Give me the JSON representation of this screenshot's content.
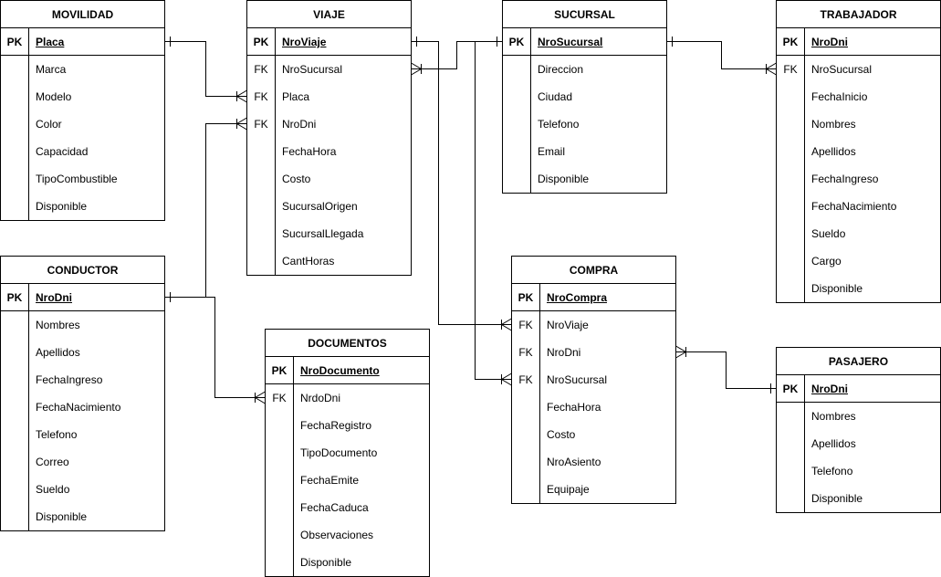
{
  "entities": {
    "movilidad": {
      "title": "MOVILIDAD",
      "rows": [
        {
          "key": "PK",
          "name": "Placa"
        },
        {
          "key": "",
          "name": "Marca"
        },
        {
          "key": "",
          "name": "Modelo"
        },
        {
          "key": "",
          "name": "Color"
        },
        {
          "key": "",
          "name": "Capacidad"
        },
        {
          "key": "",
          "name": "TipoCombustible"
        },
        {
          "key": "",
          "name": "Disponible"
        }
      ]
    },
    "viaje": {
      "title": "VIAJE",
      "rows": [
        {
          "key": "PK",
          "name": "NroViaje"
        },
        {
          "key": "FK",
          "name": "NroSucursal"
        },
        {
          "key": "FK",
          "name": "Placa"
        },
        {
          "key": "FK",
          "name": "NroDni"
        },
        {
          "key": "",
          "name": "FechaHora"
        },
        {
          "key": "",
          "name": "Costo"
        },
        {
          "key": "",
          "name": "SucursalOrigen"
        },
        {
          "key": "",
          "name": "SucursalLlegada"
        },
        {
          "key": "",
          "name": "CantHoras"
        }
      ]
    },
    "sucursal": {
      "title": "SUCURSAL",
      "rows": [
        {
          "key": "PK",
          "name": "NroSucursal"
        },
        {
          "key": "",
          "name": "Direccion"
        },
        {
          "key": "",
          "name": "Ciudad"
        },
        {
          "key": "",
          "name": "Telefono"
        },
        {
          "key": "",
          "name": "Email"
        },
        {
          "key": "",
          "name": "Disponible"
        }
      ]
    },
    "trabajador": {
      "title": "TRABAJADOR",
      "rows": [
        {
          "key": "PK",
          "name": "NroDni"
        },
        {
          "key": "FK",
          "name": "NroSucursal"
        },
        {
          "key": "",
          "name": "FechaInicio"
        },
        {
          "key": "",
          "name": "Nombres"
        },
        {
          "key": "",
          "name": "Apellidos"
        },
        {
          "key": "",
          "name": "FechaIngreso"
        },
        {
          "key": "",
          "name": "FechaNacimiento"
        },
        {
          "key": "",
          "name": "Sueldo"
        },
        {
          "key": "",
          "name": "Cargo"
        },
        {
          "key": "",
          "name": "Disponible"
        }
      ]
    },
    "conductor": {
      "title": "CONDUCTOR",
      "rows": [
        {
          "key": "PK",
          "name": "NroDni"
        },
        {
          "key": "",
          "name": "Nombres"
        },
        {
          "key": "",
          "name": "Apellidos"
        },
        {
          "key": "",
          "name": "FechaIngreso"
        },
        {
          "key": "",
          "name": "FechaNacimiento"
        },
        {
          "key": "",
          "name": "Telefono"
        },
        {
          "key": "",
          "name": "Correo"
        },
        {
          "key": "",
          "name": "Sueldo"
        },
        {
          "key": "",
          "name": "Disponible"
        }
      ]
    },
    "documentos": {
      "title": "DOCUMENTOS",
      "rows": [
        {
          "key": "PK",
          "name": "NroDocumento"
        },
        {
          "key": "FK",
          "name": "NrdoDni"
        },
        {
          "key": "",
          "name": "FechaRegistro"
        },
        {
          "key": "",
          "name": "TipoDocumento"
        },
        {
          "key": "",
          "name": "FechaEmite"
        },
        {
          "key": "",
          "name": "FechaCaduca"
        },
        {
          "key": "",
          "name": "Observaciones"
        },
        {
          "key": "",
          "name": "Disponible"
        }
      ]
    },
    "compra": {
      "title": "COMPRA",
      "rows": [
        {
          "key": "PK",
          "name": "NroCompra"
        },
        {
          "key": "FK",
          "name": "NroViaje"
        },
        {
          "key": "FK",
          "name": "NroDni"
        },
        {
          "key": "FK",
          "name": "NroSucursal"
        },
        {
          "key": "",
          "name": "FechaHora"
        },
        {
          "key": "",
          "name": "Costo"
        },
        {
          "key": "",
          "name": "NroAsiento"
        },
        {
          "key": "",
          "name": "Equipaje"
        }
      ]
    },
    "pasajero": {
      "title": "PASAJERO",
      "rows": [
        {
          "key": "PK",
          "name": "NroDni"
        },
        {
          "key": "",
          "name": "Nombres"
        },
        {
          "key": "",
          "name": "Apellidos"
        },
        {
          "key": "",
          "name": "Telefono"
        },
        {
          "key": "",
          "name": "Disponible"
        }
      ]
    }
  },
  "relationships": [
    {
      "from": "movilidad.Placa",
      "to": "viaje.Placa",
      "cardinality": "one-to-many"
    },
    {
      "from": "conductor.NroDni",
      "to": "viaje.NroDni",
      "cardinality": "one-to-many"
    },
    {
      "from": "conductor.NroDni",
      "to": "documentos.NrdoDni",
      "cardinality": "one-to-many"
    },
    {
      "from": "sucursal.NroSucursal",
      "to": "viaje.NroSucursal",
      "cardinality": "one-to-many"
    },
    {
      "from": "sucursal.NroSucursal",
      "to": "trabajador.NroSucursal",
      "cardinality": "one-to-many"
    },
    {
      "from": "sucursal.NroSucursal",
      "to": "compra.NroSucursal",
      "cardinality": "one-to-many"
    },
    {
      "from": "viaje.NroViaje",
      "to": "compra.NroViaje",
      "cardinality": "one-to-many"
    },
    {
      "from": "pasajero.NroDni",
      "to": "compra.NroDni",
      "cardinality": "one-to-many"
    }
  ]
}
